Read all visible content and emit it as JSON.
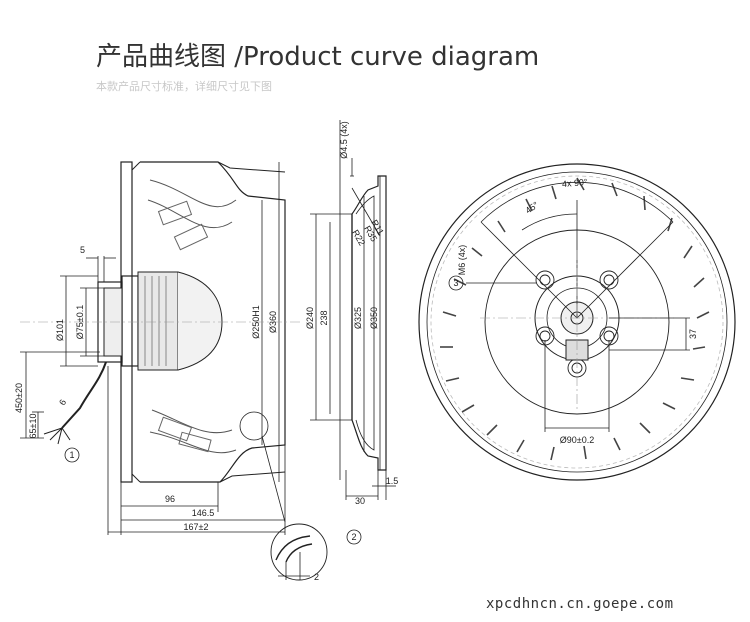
{
  "header": {
    "title": "产品曲线图 /Product curve diagram",
    "subtitle": "本款产品尺寸标准，详细尺寸见下图"
  },
  "watermark": "xpcdhncn.cn.goepe.com",
  "side_view": {
    "dimensions": [
      "5",
      "Ø101",
      "Ø75±0.1",
      "450±20",
      "65±10",
      "6",
      "96",
      "146.5",
      "167±2",
      "Ø250H1",
      "Ø360"
    ],
    "callouts": [
      "1",
      "2"
    ],
    "detail_dimension": "2"
  },
  "section_view": {
    "dimensions": [
      "Ø4.5 (4x)",
      "R11",
      "R35",
      "R22",
      "Ø240",
      "238",
      "Ø325",
      "Ø350",
      "30",
      "1.5"
    ]
  },
  "front_view": {
    "dimensions": [
      "4x 90°",
      "45°",
      "M6 (4x)",
      "37",
      "Ø90±0.2"
    ],
    "callouts": [
      "3"
    ]
  }
}
